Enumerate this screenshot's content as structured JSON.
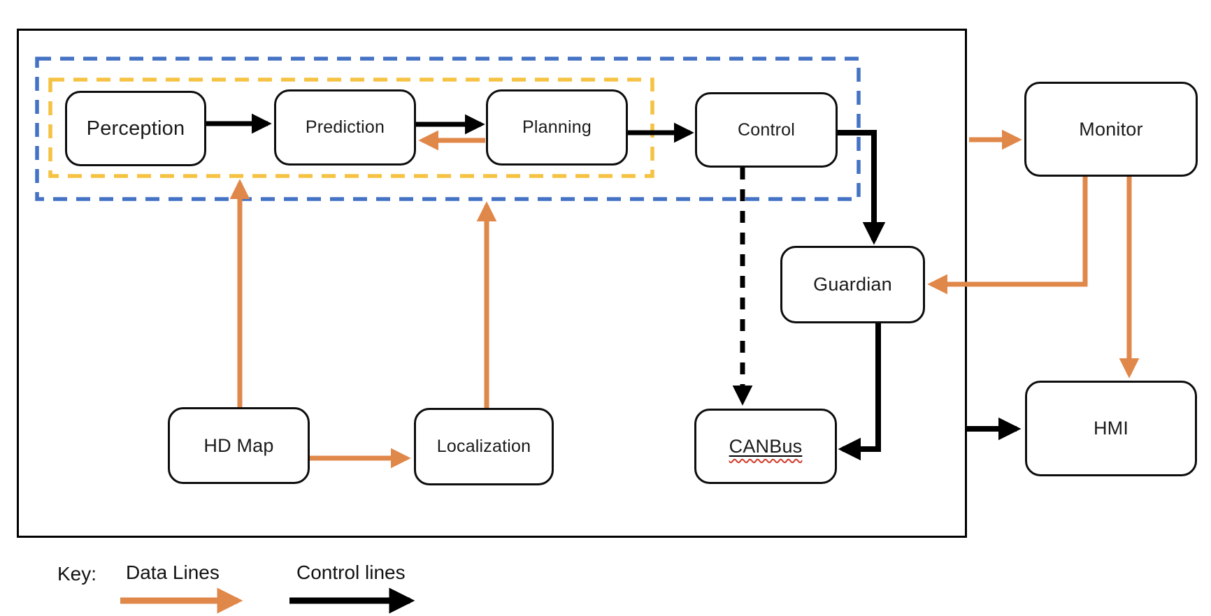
{
  "diagram": {
    "title_present": false,
    "nodes": {
      "perception": {
        "label": "Perception"
      },
      "prediction": {
        "label": "Prediction"
      },
      "planning": {
        "label": "Planning"
      },
      "control": {
        "label": "Control"
      },
      "monitor": {
        "label": "Monitor"
      },
      "guardian": {
        "label": "Guardian"
      },
      "hd_map": {
        "label": "HD Map"
      },
      "localization": {
        "label": "Localization"
      },
      "canbus": {
        "label": "CANBus"
      },
      "hmi": {
        "label": "HMI"
      }
    },
    "groups": {
      "outer_dashed": {
        "color": "#4472c4",
        "style": "dashed",
        "contains": [
          "perception",
          "prediction",
          "planning",
          "control"
        ]
      },
      "inner_dashed": {
        "color": "#f5c242",
        "style": "dashed",
        "contains": [
          "perception",
          "prediction",
          "planning"
        ]
      }
    },
    "edges": [
      {
        "from": "perception",
        "to": "prediction",
        "type": "control"
      },
      {
        "from": "prediction",
        "to": "planning",
        "type": "control"
      },
      {
        "from": "planning",
        "to": "prediction",
        "type": "data"
      },
      {
        "from": "planning",
        "to": "control",
        "type": "control"
      },
      {
        "from": "control",
        "to": "guardian",
        "type": "control"
      },
      {
        "from": "control",
        "to": "canbus",
        "type": "control-dashed"
      },
      {
        "from": "guardian",
        "to": "canbus",
        "type": "control"
      },
      {
        "from": "hd_map",
        "to": "inner_dashed_group",
        "type": "data"
      },
      {
        "from": "hd_map",
        "to": "localization",
        "type": "data"
      },
      {
        "from": "localization",
        "to": "outer_dashed_group",
        "type": "data"
      },
      {
        "from": "system_box",
        "to": "monitor",
        "type": "data"
      },
      {
        "from": "monitor",
        "to": "guardian",
        "type": "data"
      },
      {
        "from": "monitor",
        "to": "hmi",
        "type": "data"
      },
      {
        "from": "system_box",
        "to": "hmi",
        "type": "control"
      }
    ],
    "key": {
      "title": "Key:",
      "data_label": "Data Lines",
      "control_label": "Control lines"
    },
    "colors": {
      "data_line": "#e0874a",
      "control_line": "#000000",
      "outer_group_border": "#4472c4",
      "inner_group_border": "#f5c242",
      "node_border": "#0d0d0d",
      "node_fill": "#ffffff",
      "spellcheck_squiggle": "#d03a2b"
    }
  }
}
